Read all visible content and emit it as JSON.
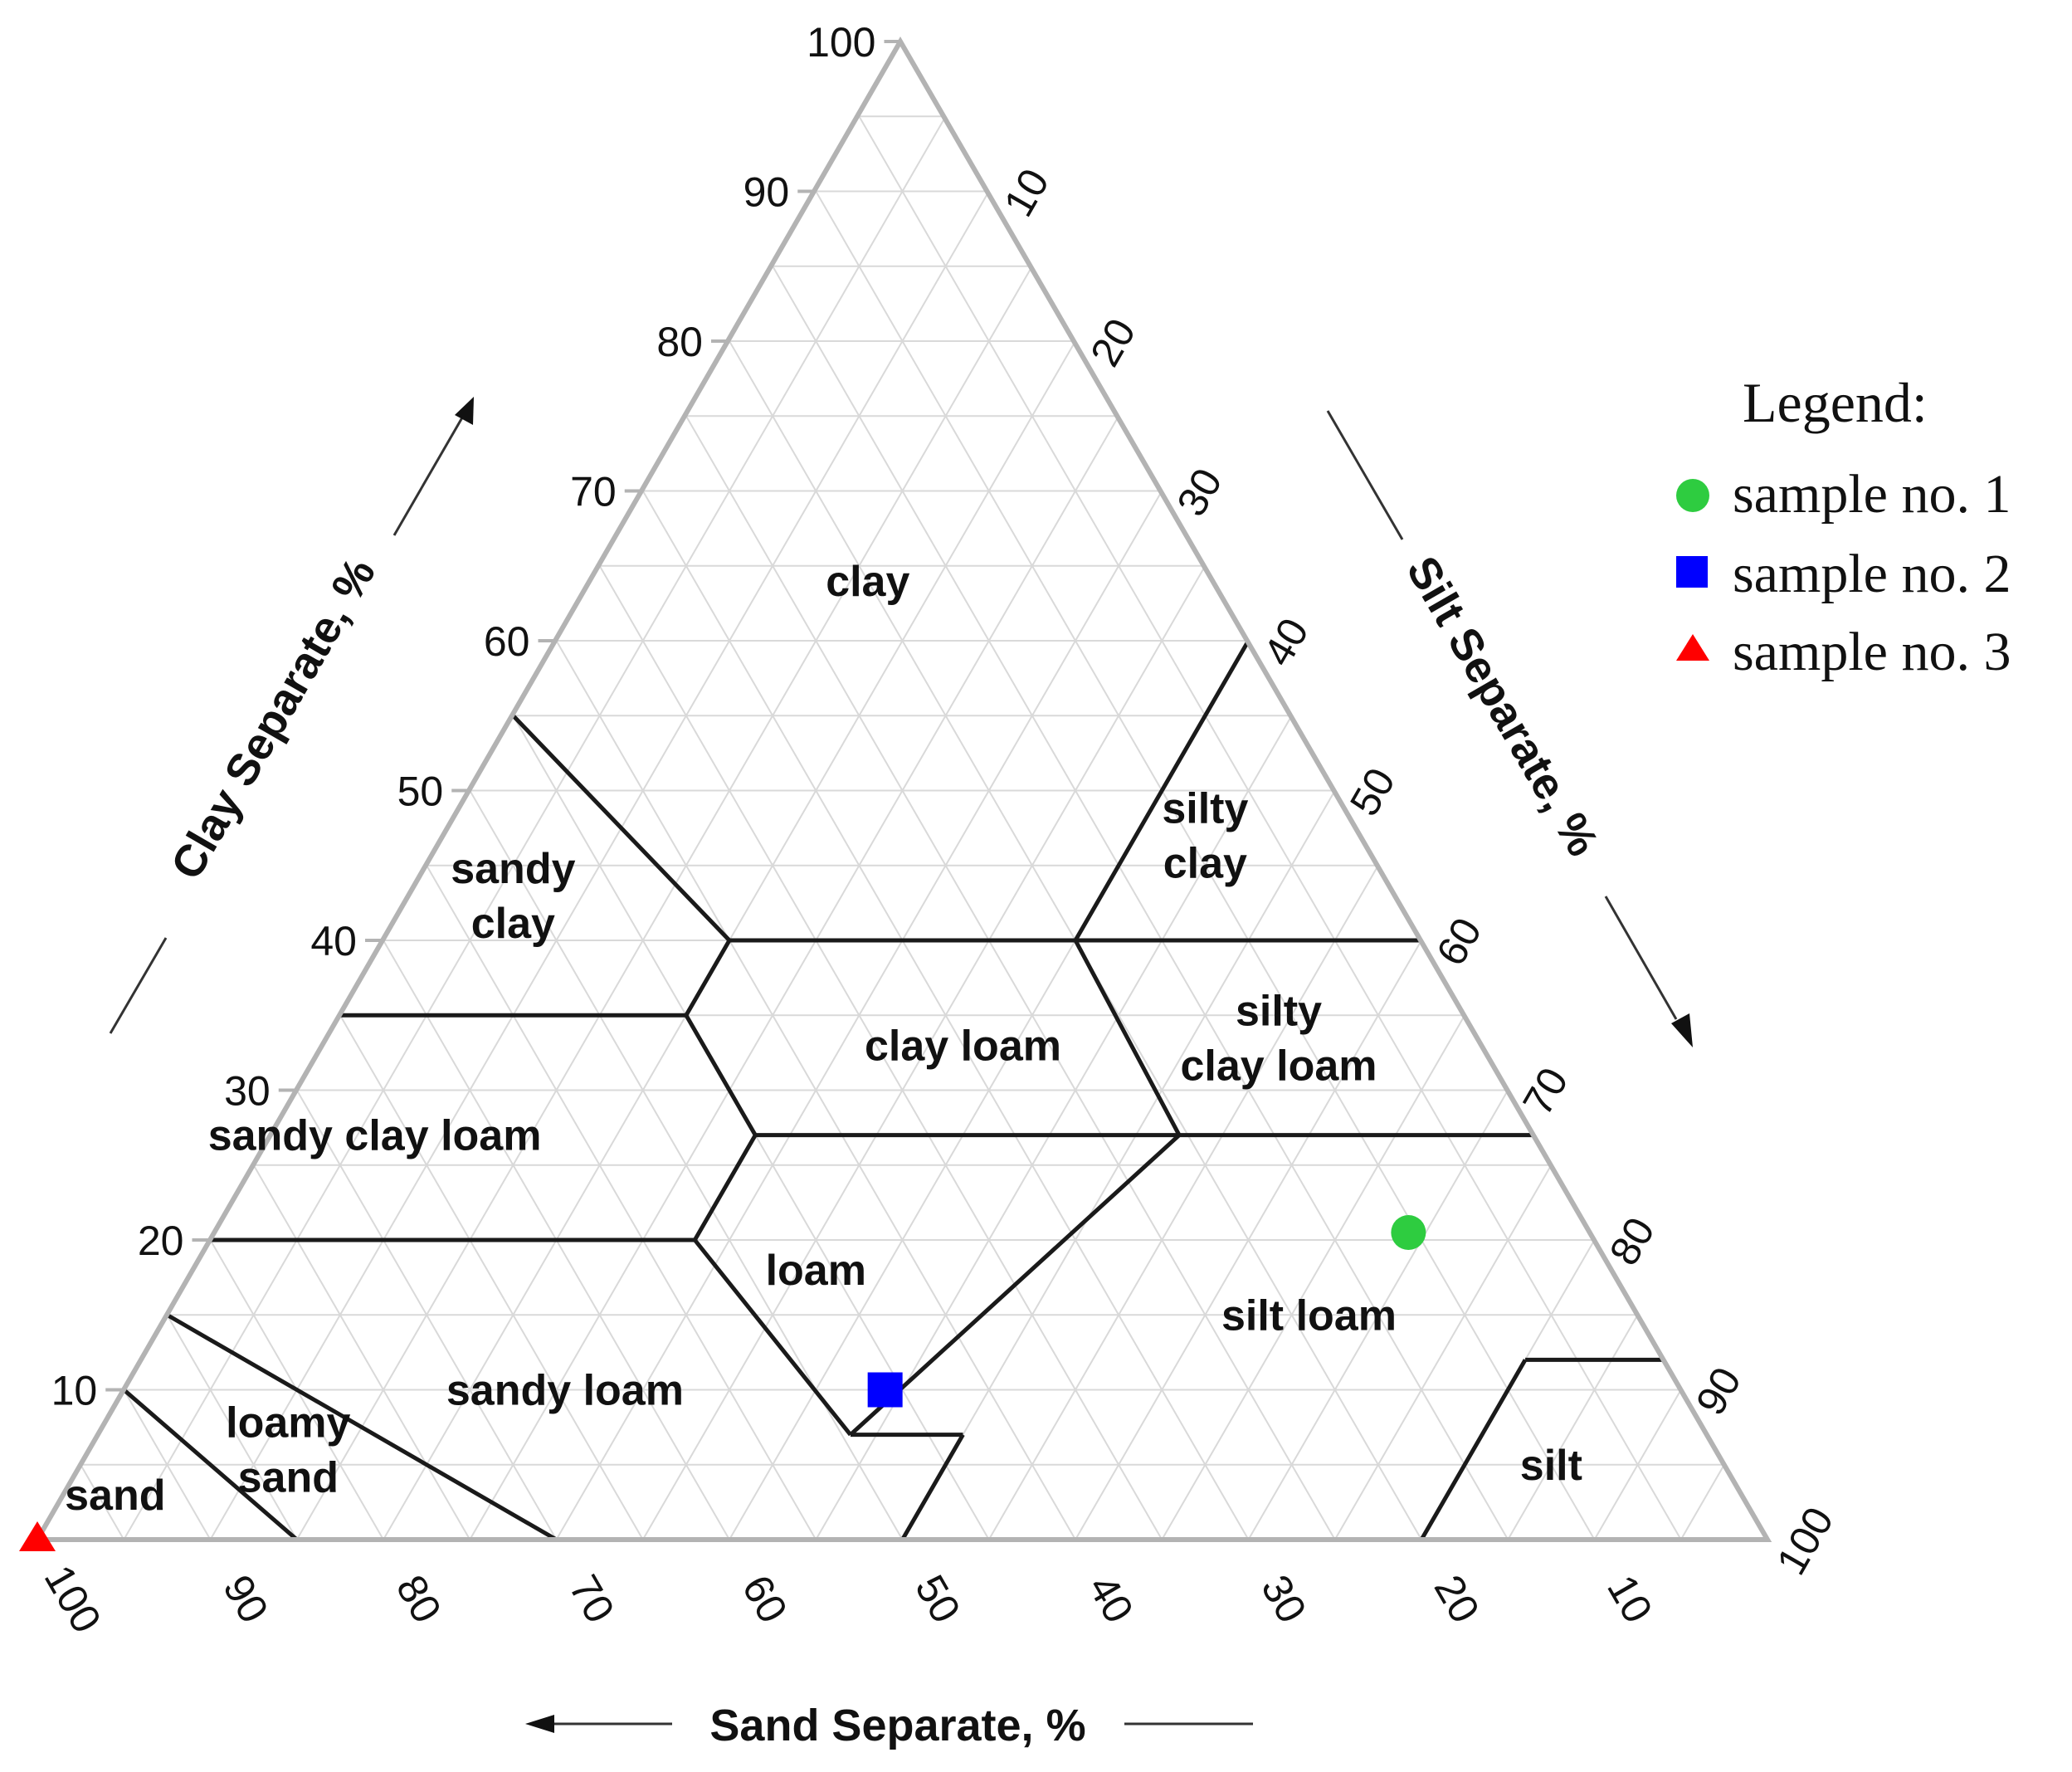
{
  "chart_data": {
    "type": "scatter",
    "subtype": "ternary",
    "axes": {
      "clay": {
        "label": "Clay Separate, %",
        "ticks": [
          "10",
          "20",
          "30",
          "40",
          "50",
          "60",
          "70",
          "80",
          "90",
          "100"
        ]
      },
      "silt": {
        "label": "Silt Separate, %",
        "ticks": [
          "10",
          "20",
          "30",
          "40",
          "50",
          "60",
          "70",
          "80",
          "90",
          "100"
        ]
      },
      "sand": {
        "label": "Sand Separate, %",
        "ticks": [
          "100",
          "90",
          "80",
          "70",
          "60",
          "50",
          "40",
          "30",
          "20",
          "10"
        ]
      }
    },
    "grid": true,
    "regions": [
      {
        "name": "clay",
        "lines": [
          "clay"
        ]
      },
      {
        "name": "silty clay",
        "lines": [
          "silty",
          "clay"
        ]
      },
      {
        "name": "sandy clay",
        "lines": [
          "sandy",
          "clay"
        ]
      },
      {
        "name": "clay loam",
        "lines": [
          "clay loam"
        ]
      },
      {
        "name": "silty clay loam",
        "lines": [
          "silty",
          "clay loam"
        ]
      },
      {
        "name": "sandy clay loam",
        "lines": [
          "sandy clay loam"
        ]
      },
      {
        "name": "loam",
        "lines": [
          "loam"
        ]
      },
      {
        "name": "silt loam",
        "lines": [
          "silt loam"
        ]
      },
      {
        "name": "sandy loam",
        "lines": [
          "sandy loam"
        ]
      },
      {
        "name": "loamy sand",
        "lines": [
          "loamy",
          "sand"
        ]
      },
      {
        "name": "sand",
        "lines": [
          "sand"
        ]
      },
      {
        "name": "silt",
        "lines": [
          "silt"
        ]
      }
    ],
    "series": [
      {
        "name": "sample no. 1",
        "marker": "circle",
        "color": "#2ecc40",
        "clay": 20.5,
        "silt": 69.0,
        "sand": 10.5
      },
      {
        "name": "sample no. 2",
        "marker": "square",
        "color": "#0000ff",
        "clay": 10.0,
        "silt": 44.0,
        "sand": 46.0
      },
      {
        "name": "sample no. 3",
        "marker": "triangle",
        "color": "#ff0000",
        "clay": 0,
        "silt": 0,
        "sand": 100
      }
    ],
    "legend": {
      "title": "Legend:",
      "placement": "right"
    }
  }
}
